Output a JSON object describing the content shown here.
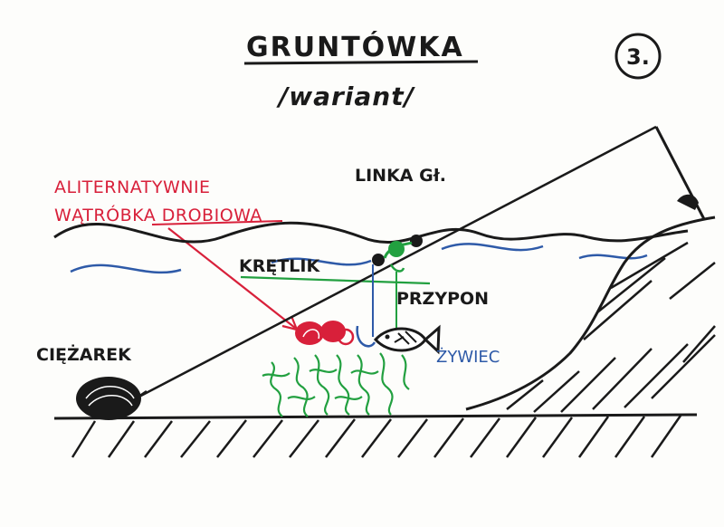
{
  "title": "GRUNTÓWKA",
  "subtitle": "/wariant/",
  "badge": "3.",
  "labels": {
    "main_line": "LINKA Gł.",
    "alternative_line1": "ALITERNATYWNIE",
    "alternative_line2": "WĄTRÓBKA DROBIOWA",
    "swivel": "KRĘTLIK",
    "leader": "PRZYPON",
    "weight": "CIĘŻAREK",
    "live_bait": "ŻYWIEC"
  },
  "colors": {
    "ink": "#1a1a1a",
    "red": "#d8203a",
    "green": "#22a040",
    "blue": "#2e5aa8"
  },
  "icons": [
    "sinker-icon",
    "liver-bait-icon",
    "fish-icon",
    "swivel-knot-icon",
    "rod-tip-icon",
    "weed-icon"
  ]
}
